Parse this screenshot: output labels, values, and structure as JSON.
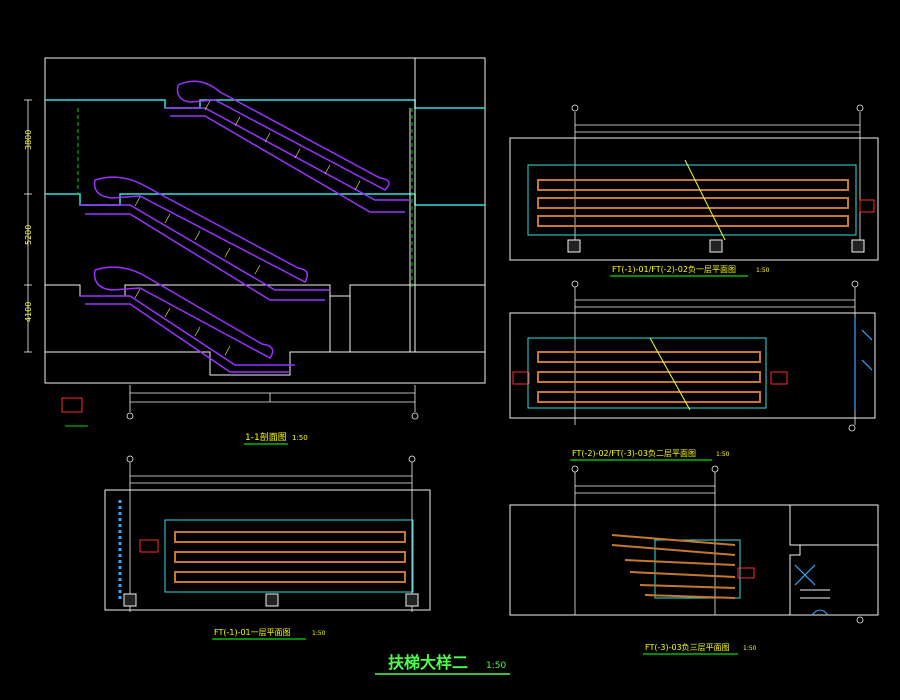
{
  "sheet": {
    "title": "扶梯大样二",
    "title_scale": "1:50",
    "colors": {
      "background": "#000000",
      "frame": "#f2f2f2",
      "floor": "#33e0e0",
      "section": "#ffff33",
      "escalator": "#9a33ff",
      "steps": "#c8782a",
      "label": "#ffff00",
      "underline": "#00e000",
      "red_tag": "#ff2a2a",
      "title": "#4cff4c"
    }
  },
  "views": {
    "section_1_1": {
      "title": "1-1剖面图",
      "scale": "1:50"
    },
    "plan_b1": {
      "title": "FT(-1)-01/FT(-2)-02负一层平面图",
      "scale": "1:50"
    },
    "plan_b2": {
      "title": "FT(-2)-02/FT(-3)-03负二层平面图",
      "scale": "1:50"
    },
    "plan_1f": {
      "title": "FT(-1)-01一层平面图",
      "scale": "1:50"
    },
    "plan_b3": {
      "title": "FT(-3)-03负三层平面图",
      "scale": "1:50"
    }
  },
  "dimensions": {
    "storey_upper": "3800",
    "storey_middle": "5200",
    "storey_lower": "4100"
  }
}
